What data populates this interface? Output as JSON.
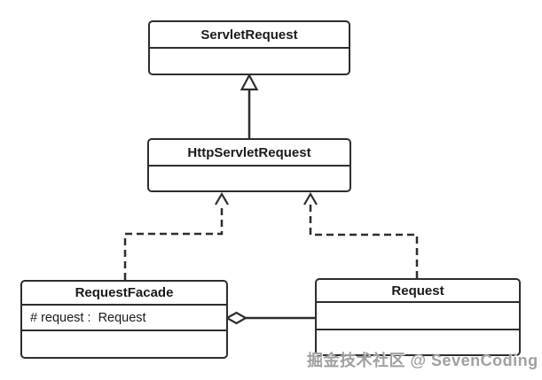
{
  "diagram_title": "UML class diagram: ServletRequest hierarchy",
  "classes": {
    "servlet_request": {
      "name": "ServletRequest",
      "attributes": [],
      "compartments": 2
    },
    "http_servlet_request": {
      "name": "HttpServletRequest",
      "attributes": [],
      "compartments": 2
    },
    "request_facade": {
      "name": "RequestFacade",
      "attribute": "# request :  Request",
      "compartments": 3
    },
    "request": {
      "name": "Request",
      "attributes": [],
      "compartments": 3
    }
  },
  "relationships": [
    {
      "type": "generalization",
      "from": "HttpServletRequest",
      "to": "ServletRequest",
      "line": "solid",
      "arrowhead": "hollow-triangle"
    },
    {
      "type": "realization",
      "from": "RequestFacade",
      "to": "HttpServletRequest",
      "line": "dashed",
      "arrowhead": "open-chevron"
    },
    {
      "type": "realization",
      "from": "Request",
      "to": "HttpServletRequest",
      "line": "dashed",
      "arrowhead": "open-chevron"
    },
    {
      "type": "aggregation",
      "from": "RequestFacade",
      "to": "Request",
      "line": "solid",
      "arrowhead": "hollow-diamond-at-RequestFacade"
    }
  ],
  "watermark": "掘金技术社区 @ SevenCoding",
  "colors": {
    "stroke": "#2d2d2d",
    "text": "#1a1a1a",
    "watermark": "#a0a0a0",
    "background": "#ffffff"
  }
}
